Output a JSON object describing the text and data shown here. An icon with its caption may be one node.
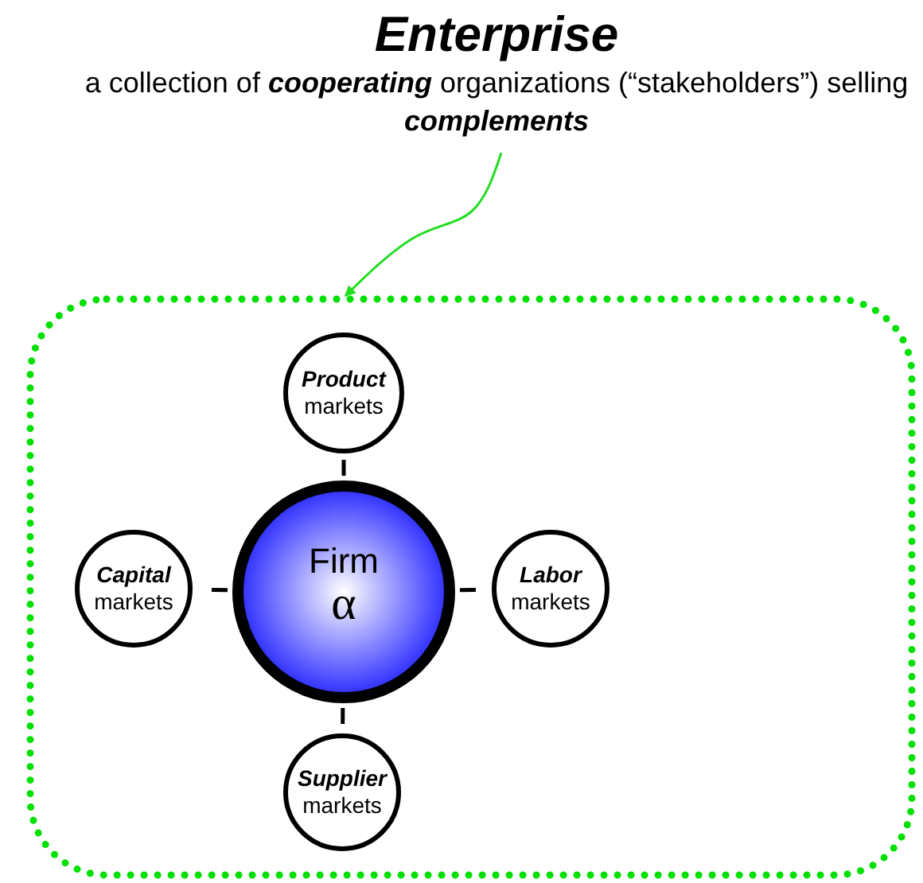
{
  "diagram": {
    "nodes": [
      {
        "text": [
          "Enterprise",
          "a collection of **cooperating** organizations (“stakeholders”) selling **complements**"
        ]
      },
      {
        "text": [],
        "shape": "box"
      },
      {
        "text": [
          "**Product** markets"
        ],
        "in": 1
      },
      {
        "text": [
          "**Capital** markets"
        ],
        "in": 1
      },
      {
        "text": [
          "Firm",
          "α"
        ],
        "in": 1
      },
      {
        "text": [
          "**Labor** markets"
        ],
        "in": 1
      },
      {
        "text": [
          "**Supplier** markets"
        ],
        "in": 1
      }
    ],
    "edges": [
      {
        "from": 0,
        "to": 1,
        "arrow": "to",
        "color": "#22dd22"
      },
      {
        "from": 4,
        "to": 2,
        "arrow": "none",
        "style": "dashed"
      },
      {
        "from": 4,
        "to": 3,
        "arrow": "none",
        "style": "dashed"
      },
      {
        "from": 4,
        "to": 5,
        "arrow": "none",
        "style": "dashed"
      },
      {
        "from": 4,
        "to": 6,
        "arrow": "none",
        "style": "dashed"
      }
    ]
  }
}
